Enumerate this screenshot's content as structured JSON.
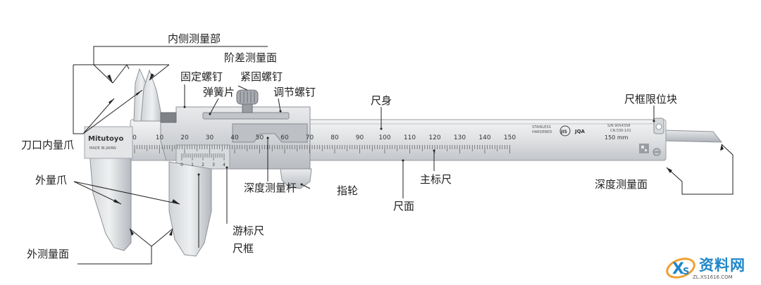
{
  "labels": {
    "inner_measuring_part": "内侧测量部",
    "step_measuring_face": "阶差测量面",
    "fixed_screw": "固定螺钉",
    "locking_screw": "紧固螺钉",
    "spring_plate": "弹簧片",
    "adjusting_screw": "调节螺钉",
    "beam_body": "尺身",
    "stop_block": "尺框限位块",
    "knife_edge_inner_jaw": "刀口内量爪",
    "outer_jaw": "外量爪",
    "depth_rod": "深度测量杆",
    "thumb_roller": "指轮",
    "main_scale": "主标尺",
    "beam_face": "尺面",
    "depth_face": "深度测量面",
    "vernier_scale": "游标尺",
    "slider_frame": "尺框",
    "outer_measuring_face": "外测量面"
  },
  "brand": {
    "name": "Mitutoyo",
    "sub": "MADE IN JAPAN"
  },
  "main_scale_numbers": [
    "0",
    "10",
    "20",
    "30",
    "40",
    "50",
    "60",
    "70",
    "80",
    "90",
    "100",
    "110",
    "120",
    "130",
    "140",
    "150"
  ],
  "vernier_numbers": [
    "0",
    "1",
    "2",
    "3",
    "4"
  ],
  "beam_marks": {
    "stainless": "STAINLESS",
    "hardened": "HARDENED",
    "serial_top": "S/N 9054358",
    "code": "CN.530-101",
    "range": "150 mm",
    "jis": "JIS",
    "jqa": "JQA"
  },
  "watermark": {
    "title": "资料网",
    "url": "ZL.XS1616.COM"
  },
  "colors": {
    "steel_light": "#e4e6e8",
    "steel_mid": "#c8cbcf",
    "steel_dark": "#9a9ea3",
    "ink": "#222222",
    "watermark_blue": "#1f86c8"
  }
}
